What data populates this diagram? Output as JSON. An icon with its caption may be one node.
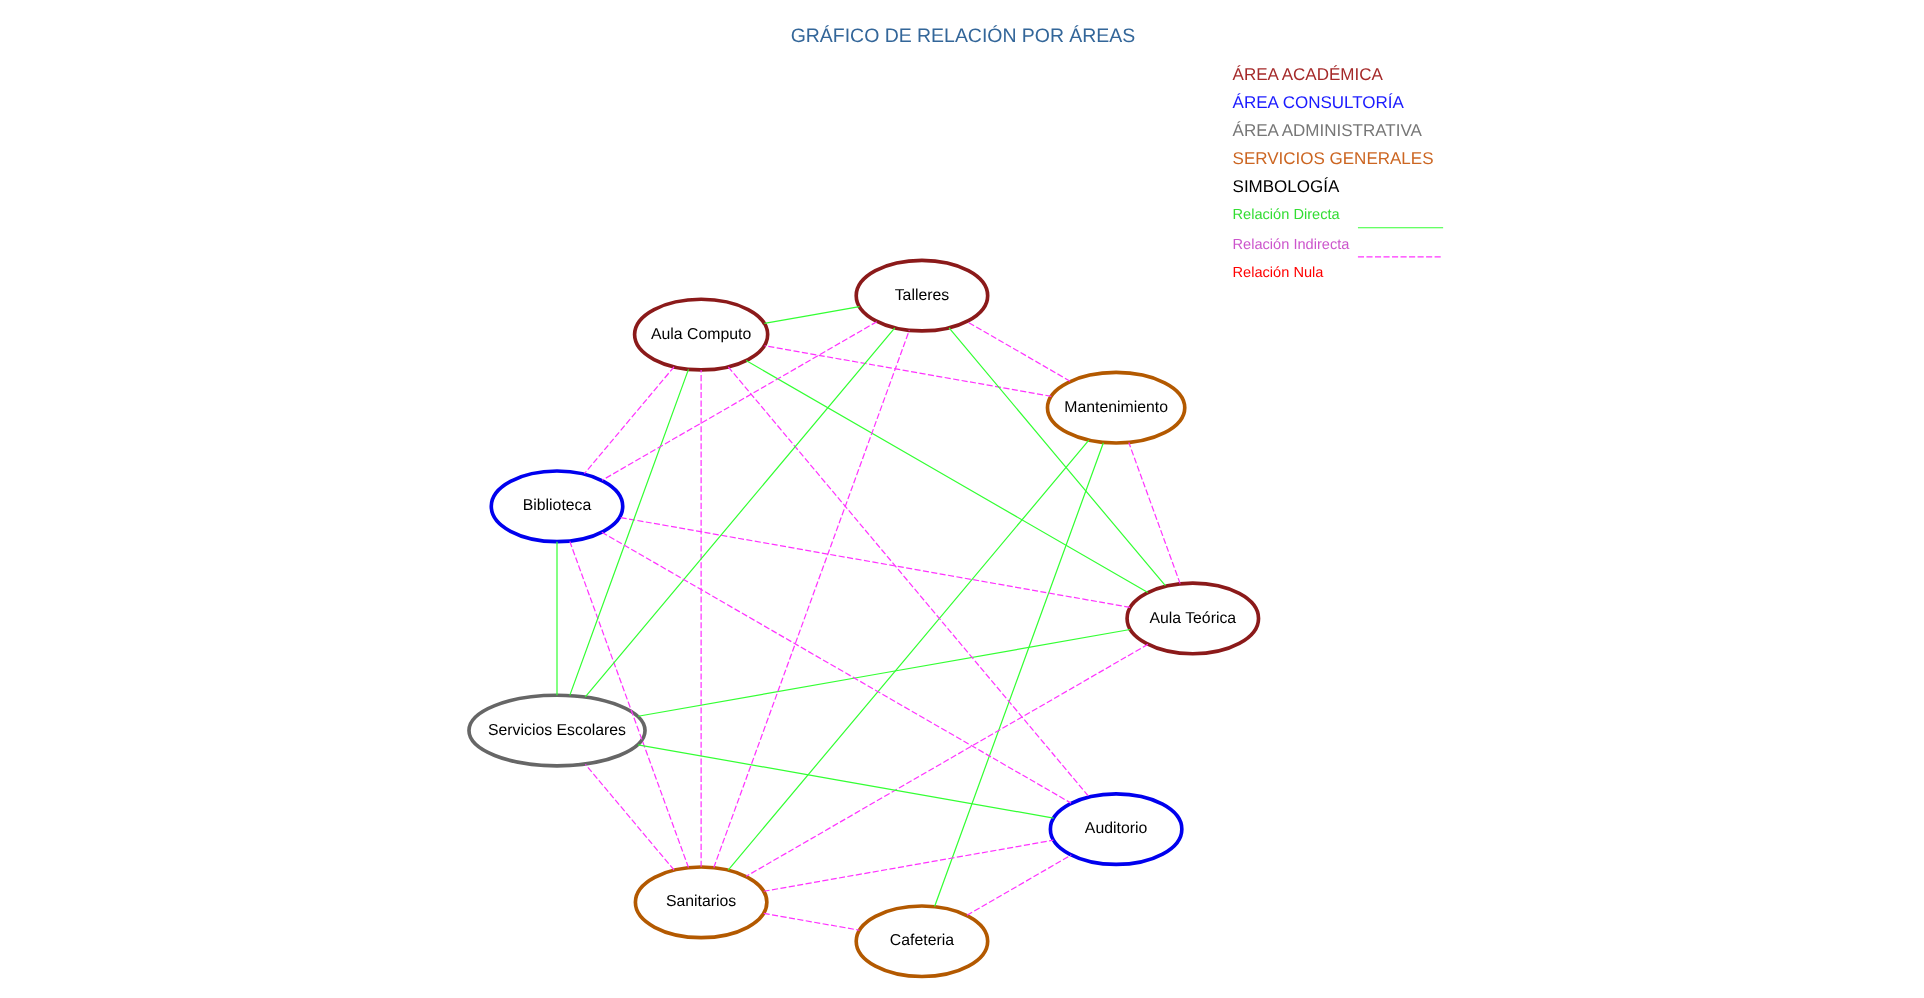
{
  "diagram": {
    "title": "GRÁFICO DE RELACIÓN POR ÁREAS",
    "nodes": [
      {
        "text": [
          "Mantenimiento"
        ]
      },
      {
        "text": [
          "Aula Teórica"
        ]
      },
      {
        "text": [
          "Sanitarios"
        ]
      },
      {
        "text": [
          "Aula Computo"
        ]
      },
      {
        "text": [
          "Cafeteria"
        ]
      },
      {
        "text": [
          "Talleres"
        ]
      },
      {
        "text": [
          "Servicios Escolares"
        ]
      },
      {
        "text": [
          "Biblioteca"
        ]
      },
      {
        "text": [
          "Auditorio"
        ]
      }
    ],
    "edges": [
      {
        "from": 1,
        "to": 0,
        "arrow": "none",
        "style": "dashed",
        "color": "#ff33ff"
      },
      {
        "from": 1,
        "to": 2,
        "arrow": "none",
        "style": "dashed",
        "color": "#ff33ff"
      },
      {
        "from": 1,
        "to": 3,
        "arrow": "none",
        "color": "#33ff33"
      },
      {
        "from": 1,
        "to": 5,
        "arrow": "none",
        "color": "#33ff33"
      },
      {
        "from": 1,
        "to": 7,
        "arrow": "none",
        "style": "dashed",
        "color": "#ff33ff"
      },
      {
        "from": 1,
        "to": 6,
        "arrow": "none",
        "color": "#33ff33"
      },
      {
        "from": 0,
        "to": 2,
        "arrow": "none",
        "color": "#33ff33"
      },
      {
        "from": 0,
        "to": 4,
        "arrow": "none",
        "color": "#33ff33"
      },
      {
        "from": 0,
        "to": 3,
        "arrow": "none",
        "style": "dashed",
        "color": "#ff33ff"
      },
      {
        "from": 0,
        "to": 5,
        "arrow": "none",
        "style": "dashed",
        "color": "#ff33ff"
      },
      {
        "from": 2,
        "to": 3,
        "arrow": "none",
        "style": "dashed",
        "color": "#ff33ff"
      },
      {
        "from": 2,
        "to": 5,
        "arrow": "none",
        "style": "dashed",
        "color": "#ff33ff"
      },
      {
        "from": 2,
        "to": 7,
        "arrow": "none",
        "style": "dashed",
        "color": "#ff33ff"
      },
      {
        "from": 2,
        "to": 8,
        "arrow": "none",
        "style": "dashed",
        "color": "#ff33ff"
      },
      {
        "from": 2,
        "to": 6,
        "arrow": "none",
        "style": "dashed",
        "color": "#ff33ff"
      },
      {
        "from": 2,
        "to": 4,
        "arrow": "none",
        "style": "dashed",
        "color": "#ff33ff"
      },
      {
        "from": 3,
        "to": 5,
        "arrow": "none",
        "color": "#33ff33"
      },
      {
        "from": 3,
        "to": 6,
        "arrow": "none",
        "color": "#33ff33"
      },
      {
        "from": 3,
        "to": 7,
        "arrow": "none",
        "style": "dashed",
        "color": "#ff33ff"
      },
      {
        "from": 3,
        "to": 8,
        "arrow": "none",
        "style": "dashed",
        "color": "#ff33ff"
      },
      {
        "from": 4,
        "to": 8,
        "arrow": "none",
        "style": "dashed",
        "color": "#ff33ff"
      },
      {
        "from": 5,
        "to": 6,
        "arrow": "none",
        "color": "#33ff33"
      },
      {
        "from": 5,
        "to": 7,
        "arrow": "none",
        "style": "dashed",
        "color": "#ff33ff"
      },
      {
        "from": 7,
        "to": 6,
        "arrow": "none",
        "color": "#33ff33"
      },
      {
        "from": 7,
        "to": 8,
        "arrow": "none",
        "style": "dashed",
        "color": "#ff33ff"
      },
      {
        "from": 8,
        "to": 6,
        "arrow": "none",
        "color": "#33ff33"
      }
    ],
    "labels": [
      "ÁREA ACADÉMICA",
      "ÁREA CONSULTORÍA",
      "ÁREA ADMINISTRATIVA",
      "SERVICIOS GENERALES",
      "SIMBOLOGÍA"
    ],
    "legend": [
      {
        "text": "Relación Directa"
      },
      {
        "text": "Relación Indirecta"
      },
      {
        "text": "Relación Nula"
      }
    ]
  }
}
